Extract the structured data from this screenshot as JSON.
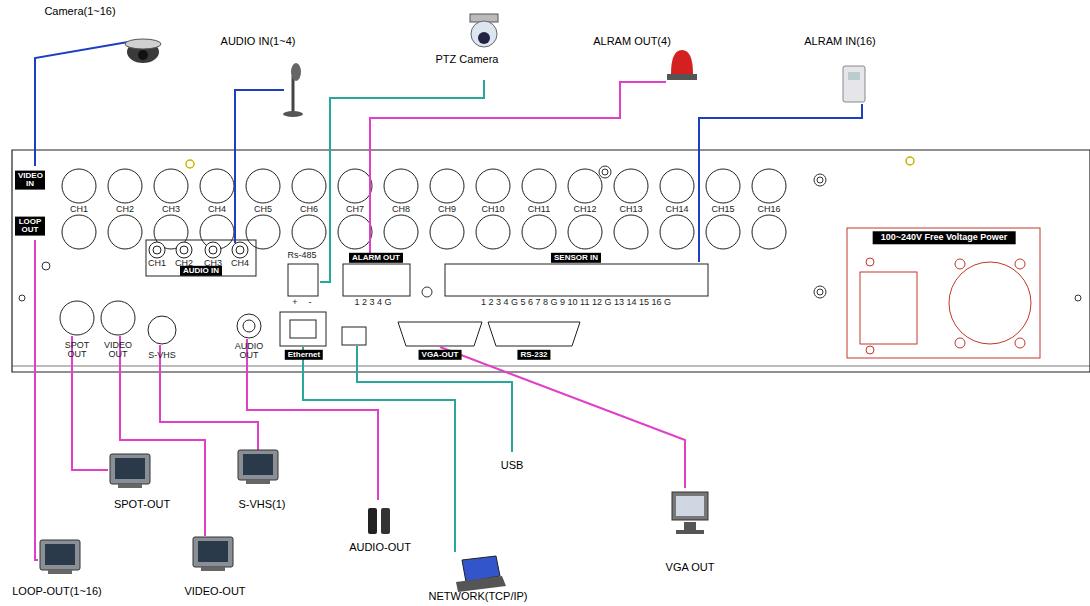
{
  "diagram": {
    "labels": [
      "Camera(1~16)",
      "AUDIO IN(1~4)",
      "PTZ Camera",
      "ALRAM OUT(4)",
      "ALRAM IN(16)",
      "VIDEO IN",
      "LOOP OUT",
      "CH1",
      "CH2",
      "CH3",
      "CH4",
      "CH5",
      "CH6",
      "CH7",
      "CH8",
      "CH9",
      "CH10",
      "CH11",
      "CH12",
      "CH13",
      "CH14",
      "CH15",
      "CH16",
      "CH1",
      "CH2",
      "CH3",
      "CH4",
      "AUDIO IN",
      "Rs-485",
      "+",
      "-",
      "ALARM OUT",
      "1 2 3 4 G",
      "SENSOR IN",
      "1 2 3 4 G 5 6 7 8 G 9 10 11 12 G 13 14 15 16 G",
      "SPOT OUT",
      "VIDEO OUT",
      "S-VHS",
      "AUDIO OUT",
      "Ethernet",
      "VGA-OUT",
      "RS-232",
      "100~240V Free Voltage Power",
      "SPOT-OUT",
      "S-VHS(1)",
      "AUDIO-OUT",
      "USB",
      "VGA OUT",
      "LOOP-OUT(1~16)",
      "VIDEO-OUT",
      "NETWORK(TCP/IP)"
    ]
  }
}
